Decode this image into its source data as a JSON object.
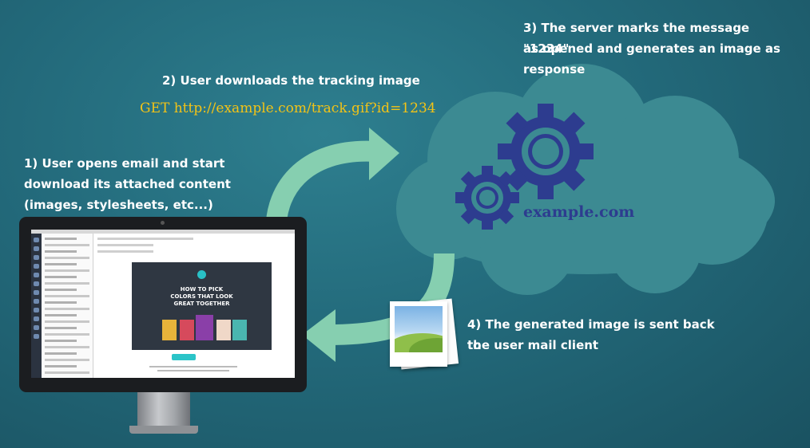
{
  "steps": {
    "step1": [
      "1) User opens email and start",
      "download its attached content",
      "(images, stylesheets, etc...)"
    ],
    "step2": "2) User downloads the tracking image",
    "step2_request": "GET http://example.com/track.gif?id=1234",
    "step3": [
      "3) The server marks the message \"1234\"",
      "as opened and generates an image as",
      "response"
    ],
    "step4": [
      "4) The generated image is sent back to",
      "the user mail client"
    ]
  },
  "server": {
    "domain": "example.com"
  },
  "newsletter": {
    "title_lines": [
      "HOW TO PICK",
      "COLORS THAT LOOK",
      "GREAT TOGETHER"
    ]
  },
  "colors": {
    "background": "#236a7b",
    "cloud": "#3c8a92",
    "gear": "#2d3c8f",
    "arrow": "#86cfb0",
    "request_text": "#f3c316",
    "label_text": "#ffffff"
  },
  "icons": {
    "gears": "gear-icon",
    "image": "image-icon",
    "computer": "computer-icon"
  }
}
